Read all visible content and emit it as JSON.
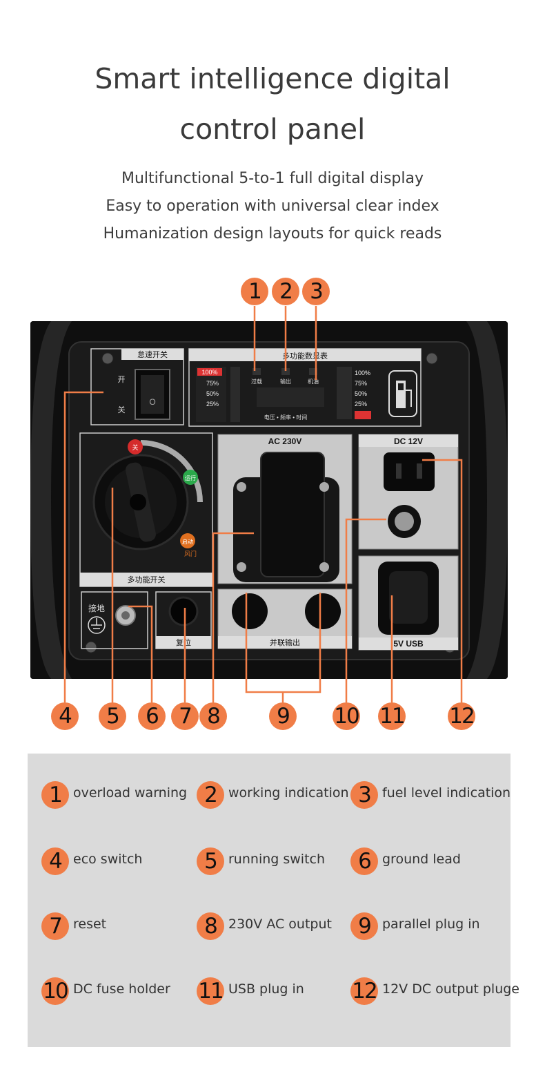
{
  "header": {
    "title_line1": "Smart intelligence digital",
    "title_line2": "control panel",
    "subtitles": [
      "Multifunctional 5-to-1 full digital display",
      "Easy to operation with universal clear index",
      "Humanization design layouts for quick reads"
    ]
  },
  "panel": {
    "eco_label": "怠速开关",
    "eco_on": "开",
    "eco_off": "关",
    "display_label": "多功能数显表",
    "ind_overload": "过载",
    "ind_output": "输出",
    "ind_oil": "机油",
    "load_levels": [
      "100%",
      "75%",
      "50%",
      "25%"
    ],
    "fuel_levels": [
      "100%",
      "75%",
      "50%",
      "25%"
    ],
    "display_caption": "电压 • 频率 • 时间",
    "switch_off": "关",
    "switch_run": "运行",
    "switch_start": "启动",
    "choke": "风门",
    "multi_switch_label": "多功能开关",
    "ac_label": "AC 230V",
    "dc_label": "DC 12V",
    "usb_label": "5V USB",
    "ground_label": "接地",
    "reset_label": "复位",
    "parallel_label": "并联输出",
    "colors": {
      "accent": "#f07d47",
      "panel": "#1b1b1b",
      "plate": "#c8c8c8"
    }
  },
  "callouts": [
    "1",
    "2",
    "3",
    "4",
    "5",
    "6",
    "7",
    "8",
    "9",
    "10",
    "11",
    "12"
  ],
  "legend": {
    "items": [
      {
        "num": "1",
        "text": "overload warning"
      },
      {
        "num": "2",
        "text": "working indication"
      },
      {
        "num": "3",
        "text": "fuel level indication"
      },
      {
        "num": "4",
        "text": "eco switch"
      },
      {
        "num": "5",
        "text": "running switch"
      },
      {
        "num": "6",
        "text": "ground lead"
      },
      {
        "num": "7",
        "text": "reset"
      },
      {
        "num": "8",
        "text": "230V AC output"
      },
      {
        "num": "9",
        "text": "parallel plug in"
      },
      {
        "num": "10",
        "text": "DC fuse holder"
      },
      {
        "num": "11",
        "text": "USB plug in"
      },
      {
        "num": "12",
        "text": "12V DC output pluge"
      }
    ]
  }
}
